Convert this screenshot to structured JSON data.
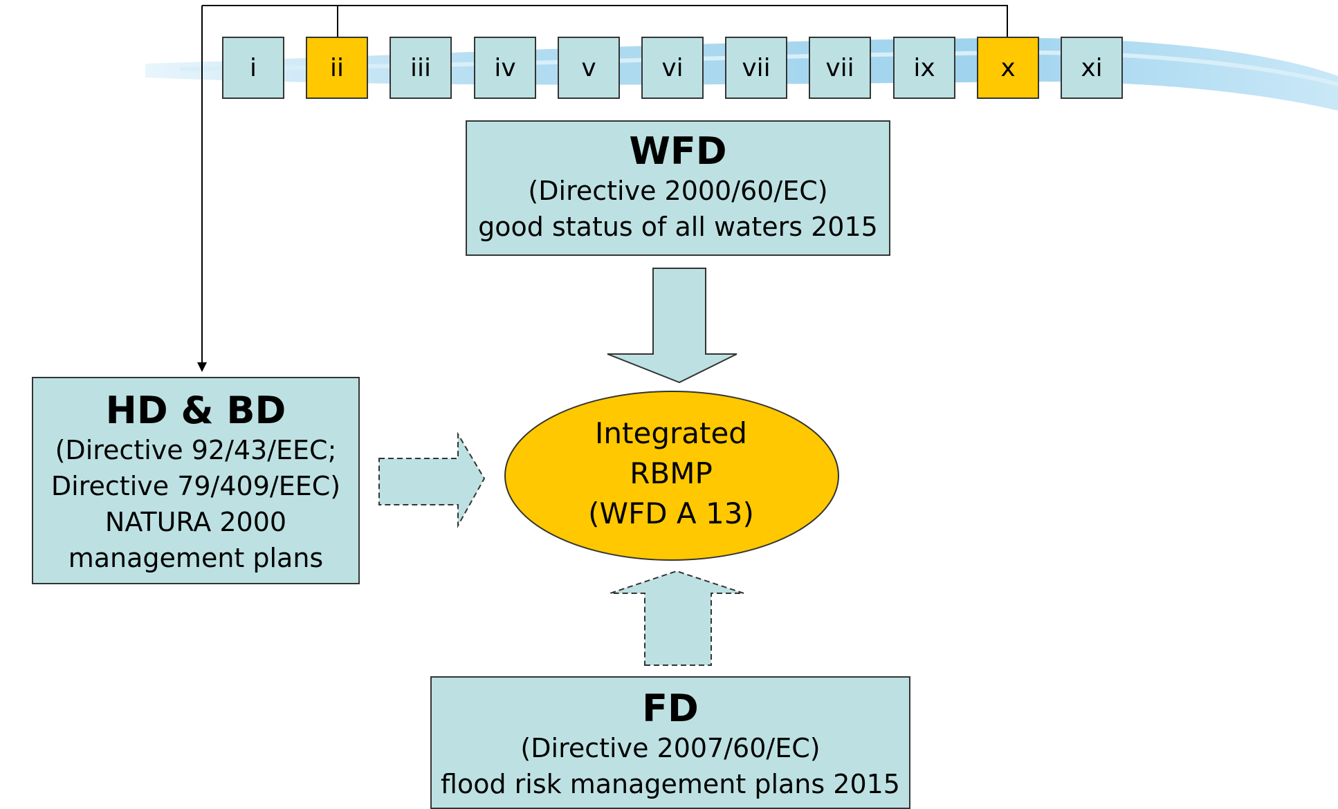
{
  "roman_boxes": [
    {
      "label": "i",
      "highlighted": false
    },
    {
      "label": "ii",
      "highlighted": true
    },
    {
      "label": "iii",
      "highlighted": false
    },
    {
      "label": "iv",
      "highlighted": false
    },
    {
      "label": "v",
      "highlighted": false
    },
    {
      "label": "vi",
      "highlighted": false
    },
    {
      "label": "vii",
      "highlighted": false
    },
    {
      "label": "vii",
      "highlighted": false
    },
    {
      "label": "ix",
      "highlighted": false
    },
    {
      "label": "x",
      "highlighted": true
    },
    {
      "label": "xi",
      "highlighted": false
    }
  ],
  "wfd": {
    "title": "WFD",
    "line1": "(Directive 2000/60/EC)",
    "line2": "good status of all waters 2015"
  },
  "hdbd": {
    "title": "HD & BD",
    "line1": "(Directive 92/43/EEC;",
    "line2": "Directive 79/409/EEC)",
    "line3": "NATURA 2000",
    "line4": "management plans"
  },
  "fd": {
    "title": "FD",
    "line1": "(Directive 2007/60/EC)",
    "line2": "flood risk management plans 2015"
  },
  "center": {
    "line1": "Integrated",
    "line2": "RBMP",
    "line3": "(WFD A 13)"
  },
  "colors": {
    "box_fill": "#bde1e2",
    "highlight": "#ffc800",
    "wave_blue": "#b3dcf0"
  }
}
